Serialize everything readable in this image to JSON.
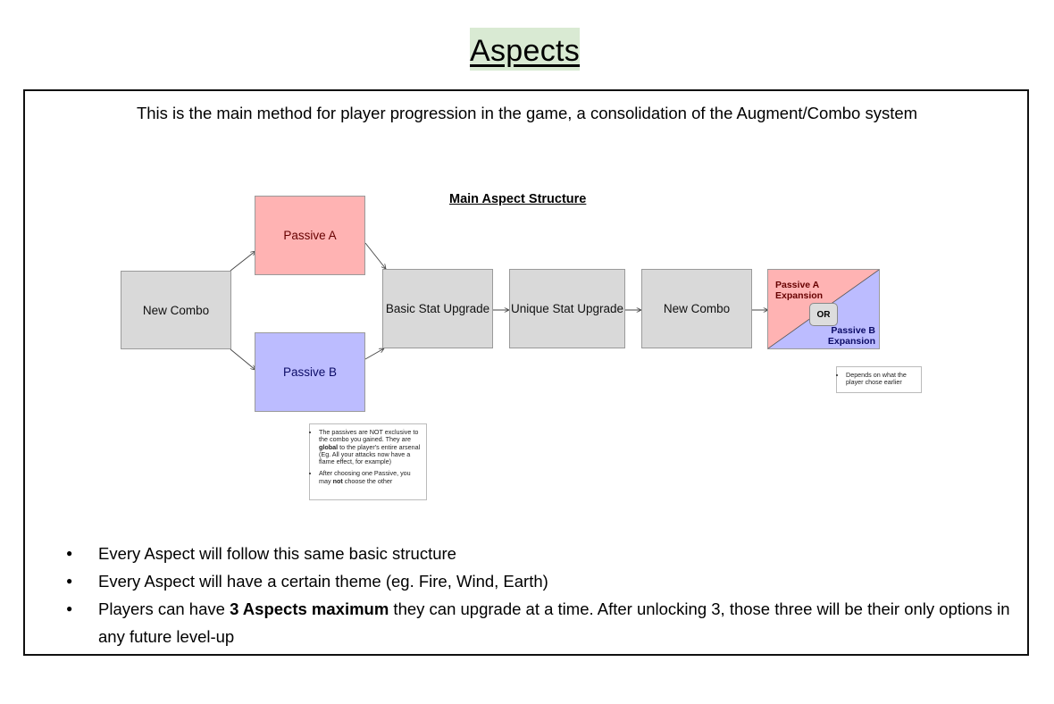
{
  "title": "Aspects",
  "intro": "This is the main method for player progression in the game, a consolidation of the Augment/Combo system",
  "diagram": {
    "title": "Main Aspect Structure",
    "nodes": {
      "new_combo_1": "New Combo",
      "passive_a": "Passive A",
      "passive_b": "Passive B",
      "basic_stat": "Basic Stat Upgrade",
      "unique_stat": "Unique Stat Upgrade",
      "new_combo_2": "New Combo",
      "expansion_a": "Passive A Expansion",
      "expansion_or": "OR",
      "expansion_b": "Passive B Expansion"
    },
    "notes": {
      "passives_1_pre": "The passives are NOT exclusive to the combo you gained. They are ",
      "passives_1_bold": "global",
      "passives_1_post": " to the player's entire arsenal (Eg. All your attacks now have a flame effect, for example)",
      "passives_2_pre": "After choosing one Passive, you may ",
      "passives_2_bold": "not",
      "passives_2_post": " choose the other",
      "expansion": "Depends on what the player chose earlier"
    },
    "colors": {
      "passive_a": "#ffb3b3",
      "passive_b": "#bcbcff",
      "step": "#d9d9d9"
    }
  },
  "bullets": [
    {
      "text": "Every Aspect will follow this same basic structure"
    },
    {
      "text": "Every Aspect will have a certain theme (eg. Fire, Wind, Earth)"
    },
    {
      "pre": "Players can have ",
      "bold": "3 Aspects maximum",
      "post": " they can upgrade at a time. After unlocking 3, those three will be their only options in any future level-up"
    }
  ],
  "colors": {
    "title_highlight": "#d9ead3"
  }
}
